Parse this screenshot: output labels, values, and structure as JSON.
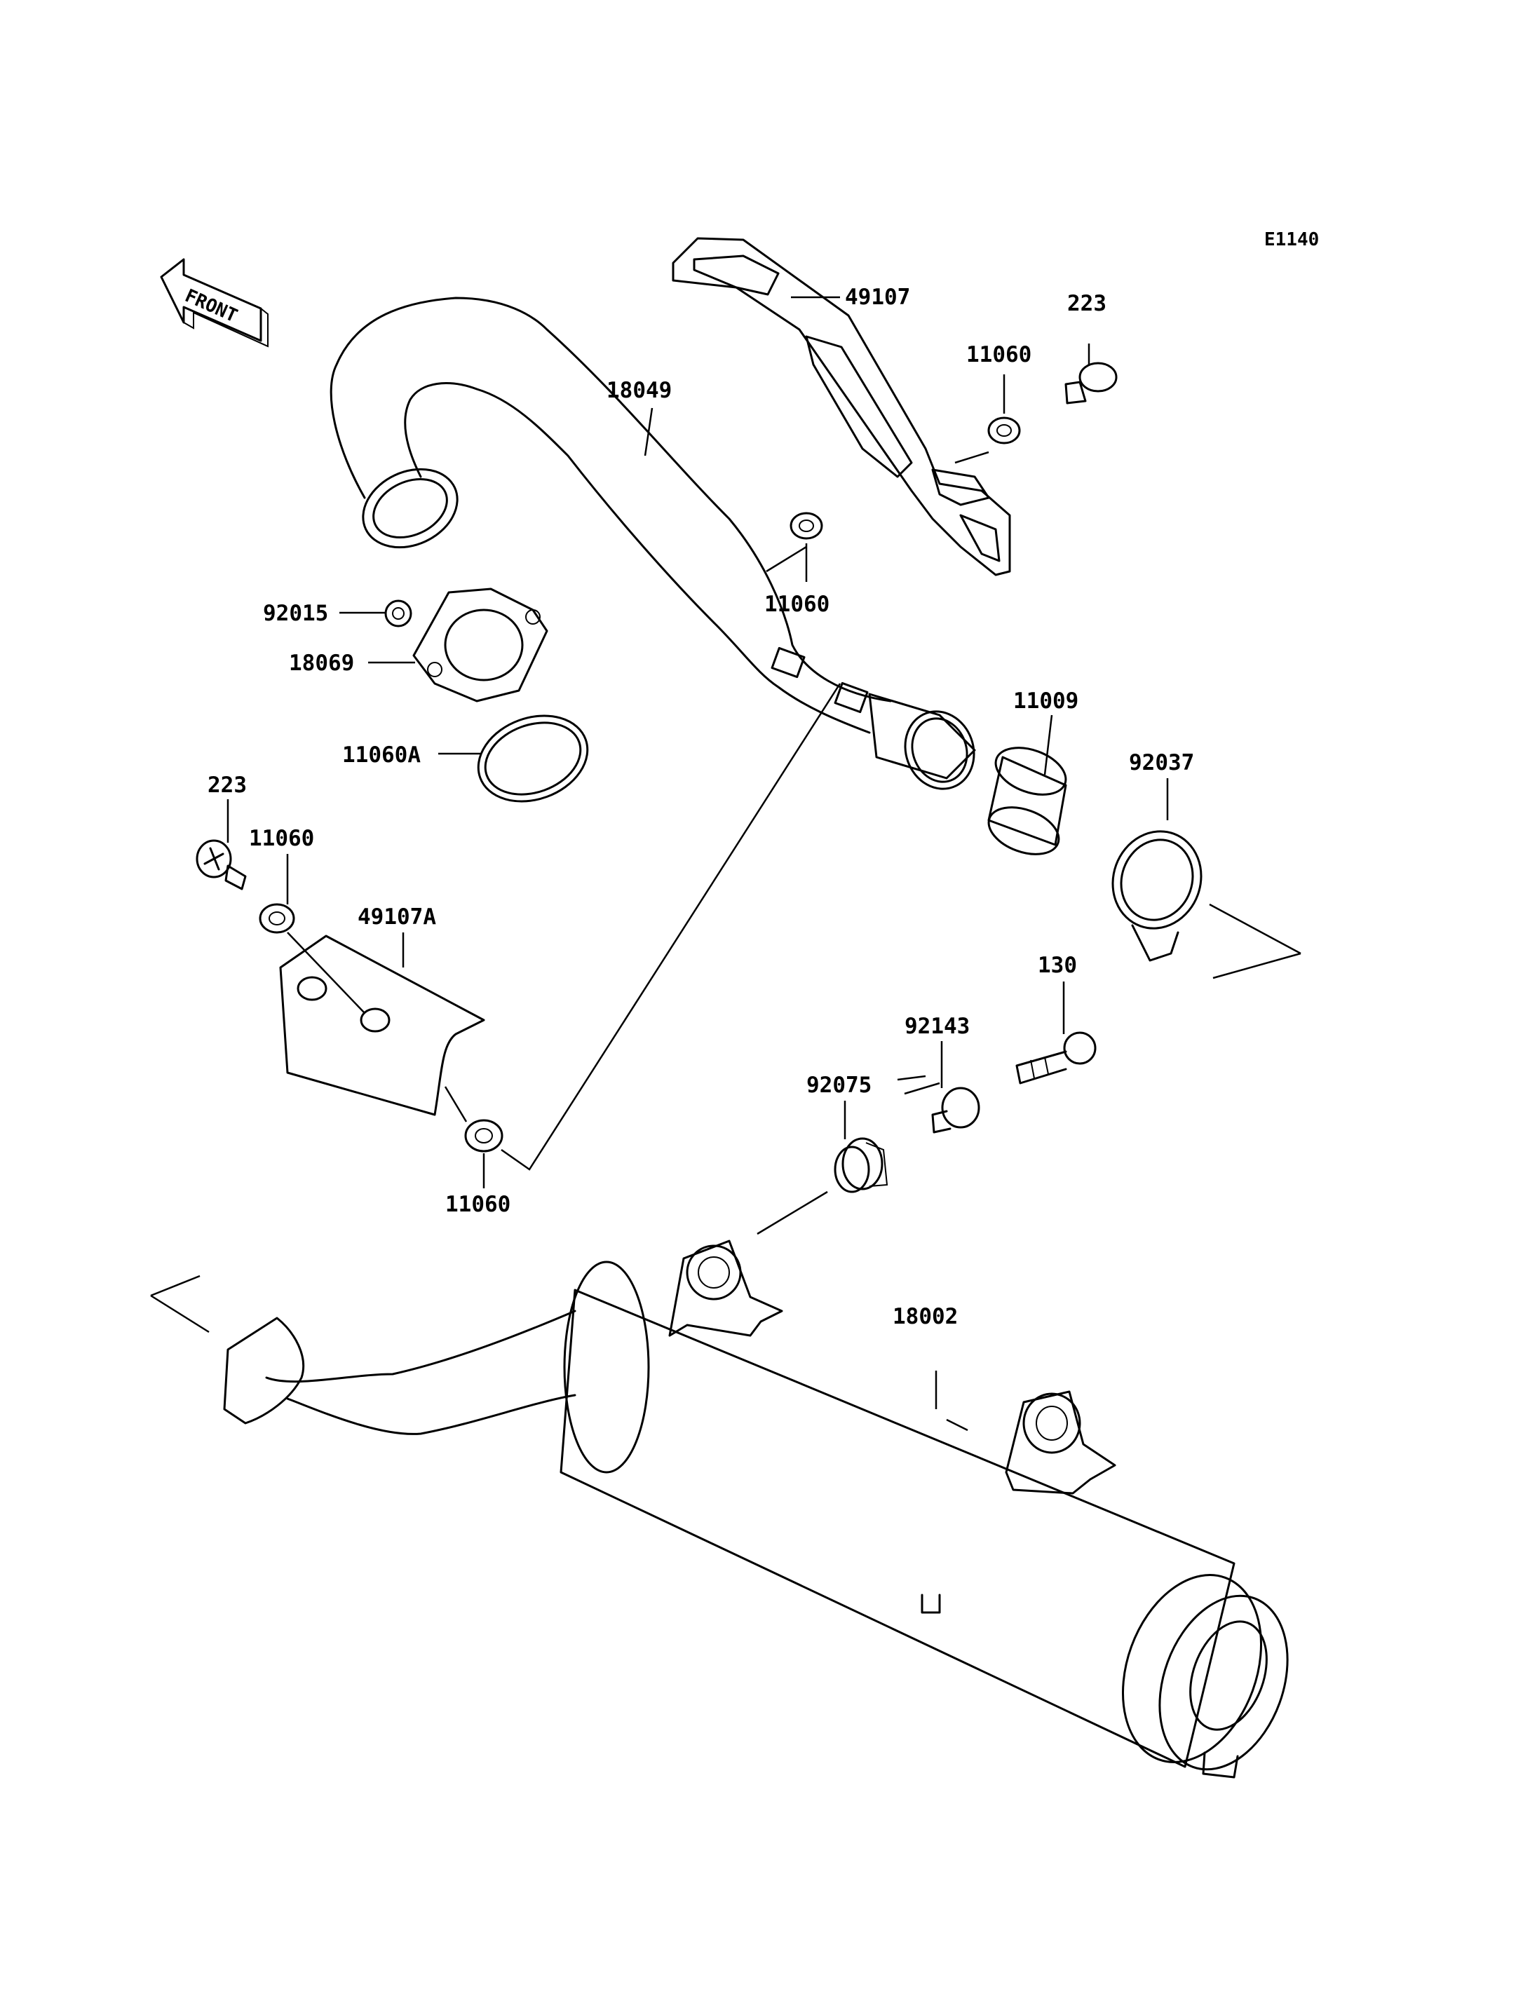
{
  "diagram_code": "E1140",
  "front_label": "FRONT",
  "parts": {
    "p49107": "49107",
    "p223_top": "223",
    "p11060_top": "11060",
    "p18049": "18049",
    "p11060_mid": "11060",
    "p92015": "92015",
    "p18069": "18069",
    "p11060A": "11060A",
    "p11009": "11009",
    "p92037": "92037",
    "p223_left": "223",
    "p11060_left": "11060",
    "p49107A": "49107A",
    "p130": "130",
    "p92143": "92143",
    "p92075": "92075",
    "p11060_bottom": "11060",
    "p18002": "18002"
  }
}
